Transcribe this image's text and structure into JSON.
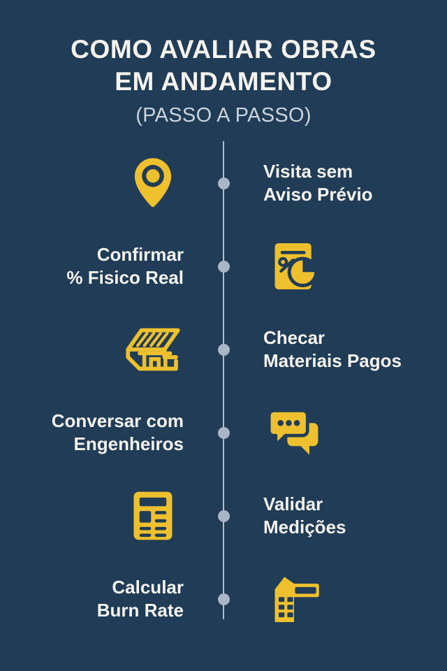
{
  "header": {
    "title_line1": "COMO AVALIAR OBRAS",
    "title_line2": "EM ANDAMENTO",
    "subtitle": "(PASSO A PASSO)"
  },
  "colors": {
    "background": "#203c56",
    "accent_yellow": "#eec02e",
    "text_light": "#f5f3ee",
    "subtitle": "#ccd4dd",
    "timeline": "#b4bfcc",
    "dot": "#aab6c4"
  },
  "steps": [
    {
      "index": "1",
      "side": "right",
      "label": "Visita sem\nAviso Prévio",
      "icon": "location-pin-icon"
    },
    {
      "index": "2",
      "side": "left",
      "label": "Confirmar\n% Fisico Real",
      "icon": "document-pie-chart-icon"
    },
    {
      "index": "3",
      "side": "right",
      "label": "Checar\nMateriais Pagos",
      "icon": "materials-pallet-icon"
    },
    {
      "index": "4",
      "side": "left",
      "label": "Conversar com\nEngenheiros",
      "icon": "chat-bubbles-icon"
    },
    {
      "index": "5",
      "side": "right",
      "label": "Validar\nMedições",
      "icon": "report-document-icon"
    },
    {
      "index": "6",
      "side": "left",
      "label": "Calcular\nBurn Rate",
      "icon": "building-crane-icon"
    }
  ]
}
